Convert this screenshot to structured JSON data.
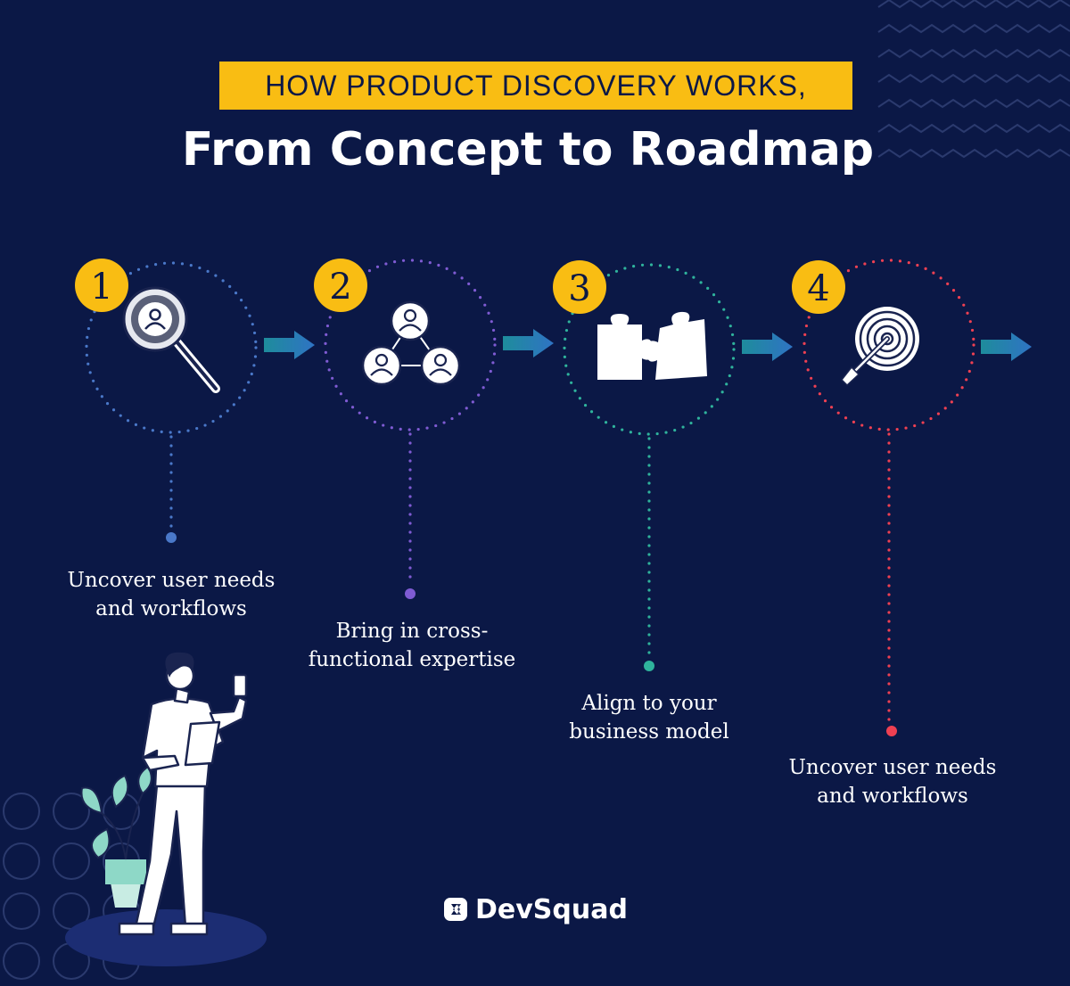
{
  "header": {
    "kicker": "HOW PRODUCT DISCOVERY WORKS,",
    "title": "From Concept to Roadmap"
  },
  "steps": [
    {
      "number": "1",
      "line1": "Uncover user needs",
      "line2": "and workflows",
      "icon": "magnifier-user-icon",
      "color": "#4a78c9"
    },
    {
      "number": "2",
      "line1": "Bring in cross-",
      "line2": "functional expertise",
      "icon": "team-network-icon",
      "color": "#7f5bd3"
    },
    {
      "number": "3",
      "line1": "Align to your",
      "line2": "business model",
      "icon": "puzzle-pieces-icon",
      "color": "#2fb39c"
    },
    {
      "number": "4",
      "line1": "Uncover user needs",
      "line2": "and workflows",
      "icon": "target-arrow-icon",
      "color": "#ef4052"
    }
  ],
  "brand": {
    "name": "DevSquad",
    "logo_icon": "devsquad-logo-icon"
  },
  "colors": {
    "background": "#0b1846",
    "accent_yellow": "#f9bd13",
    "arrow_start": "#1e8c9c",
    "arrow_end": "#2f73c4",
    "plant": "#8ed8c7"
  }
}
